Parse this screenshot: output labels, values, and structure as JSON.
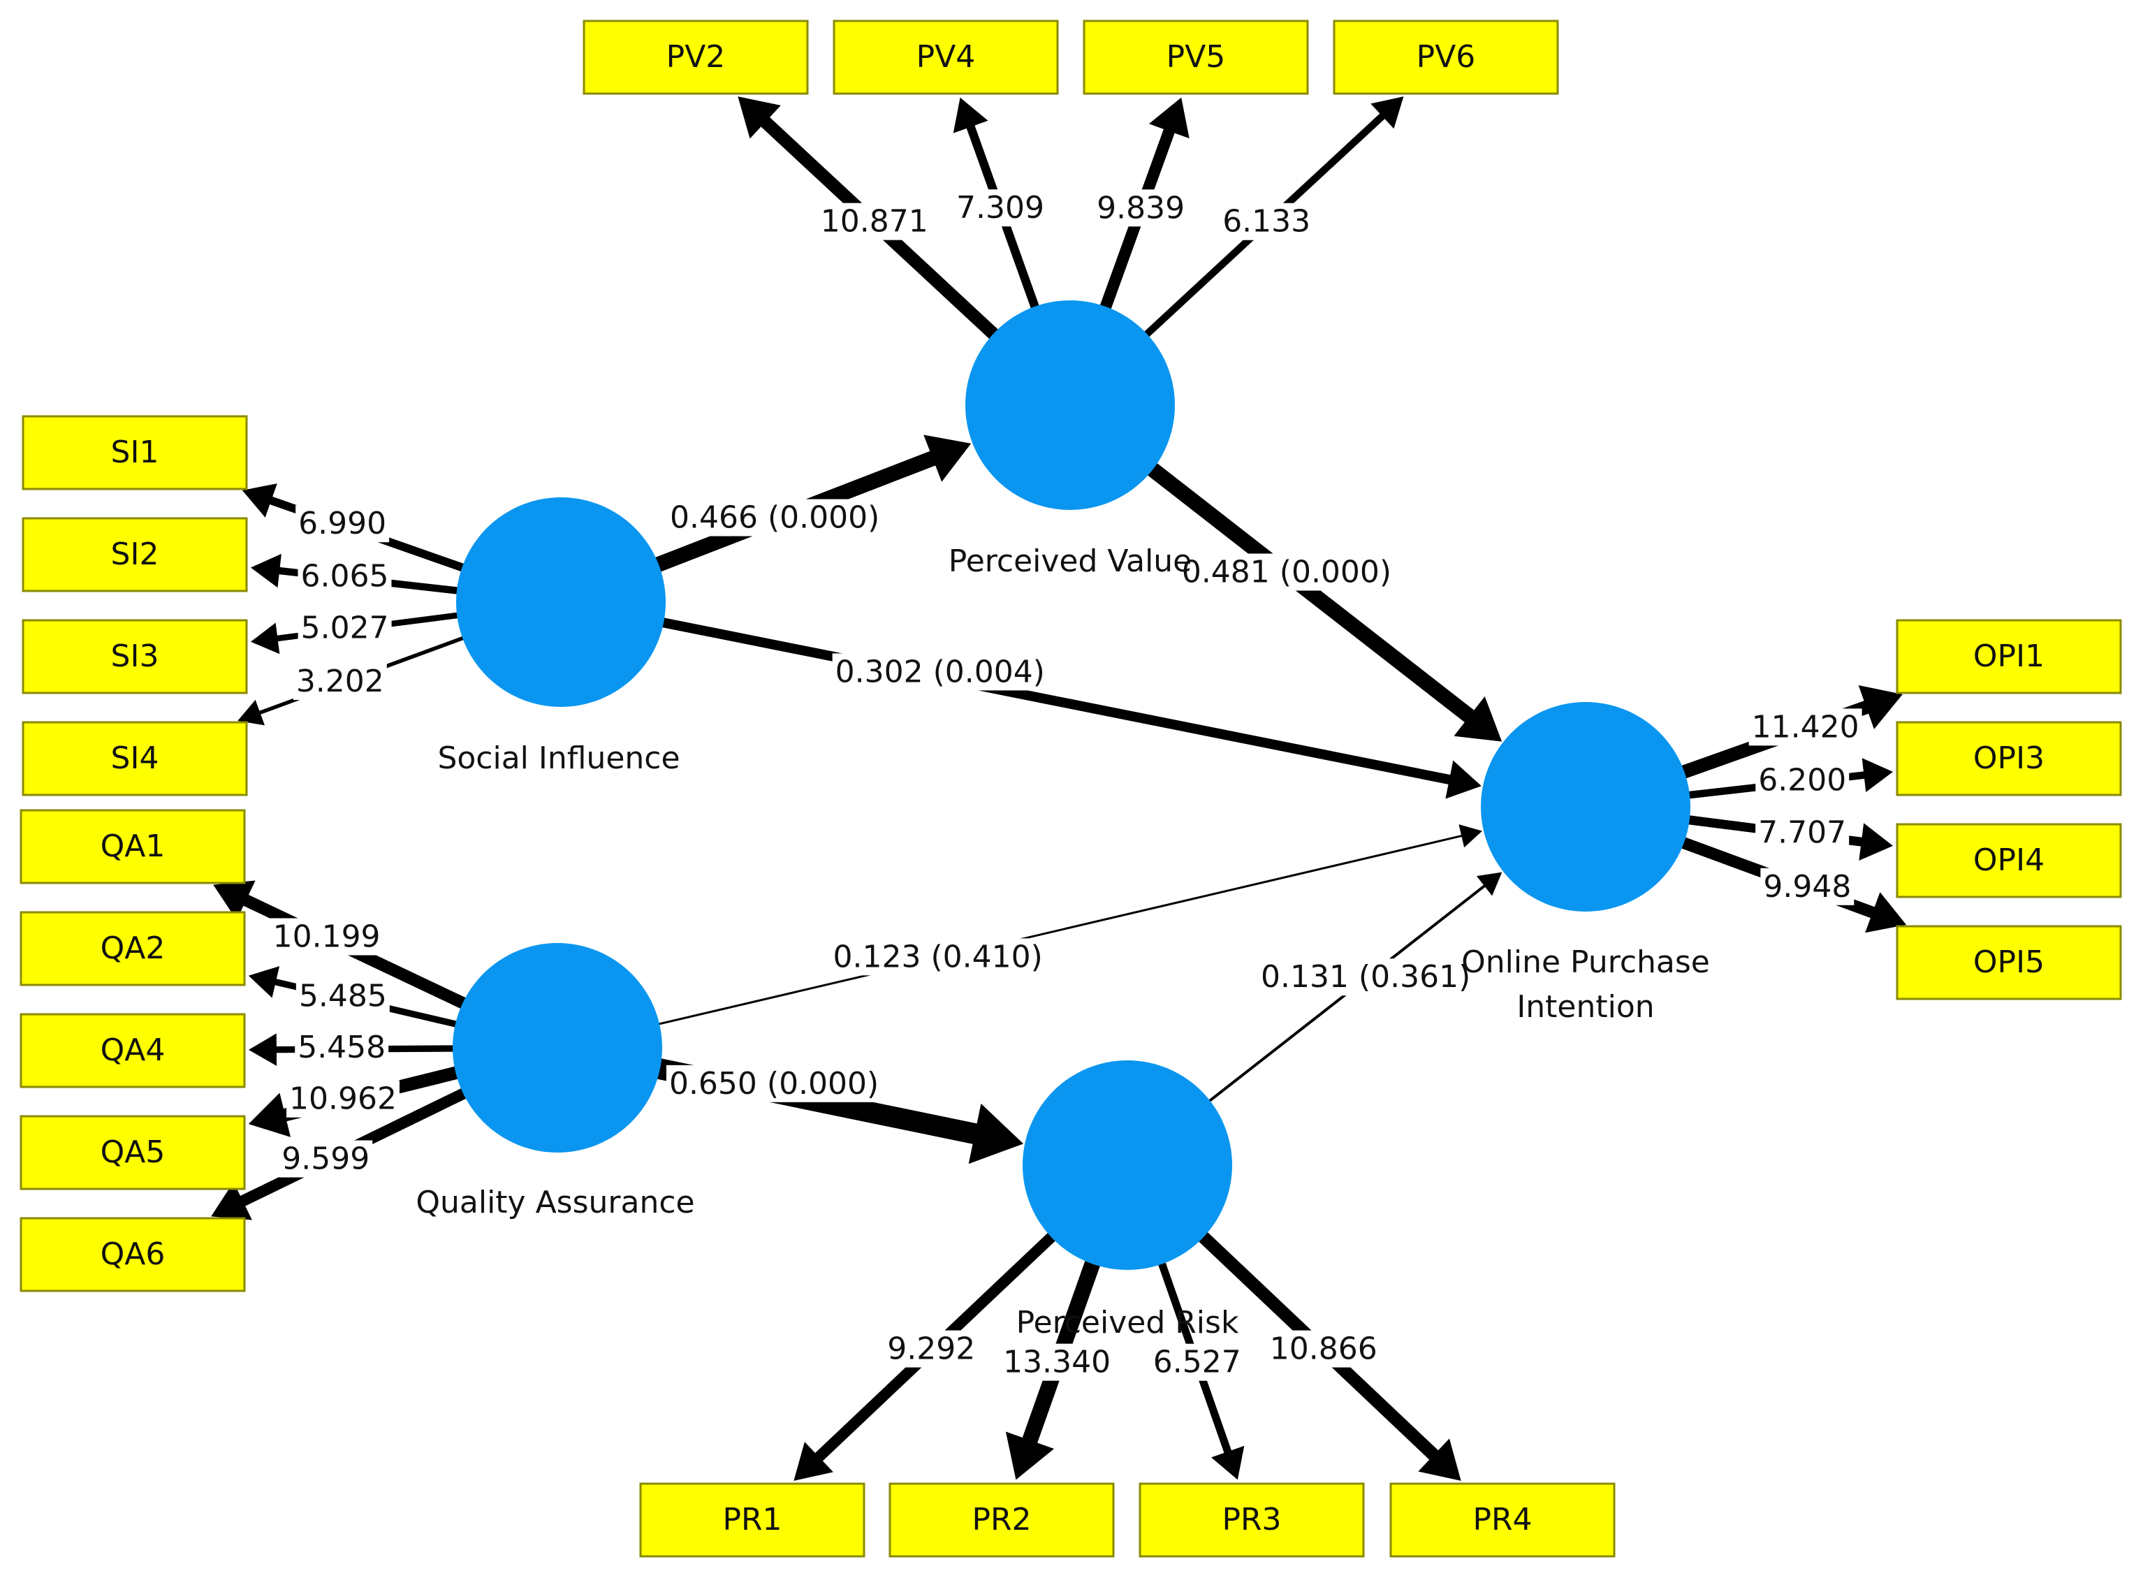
{
  "colors": {
    "construct": "#0a96f0",
    "indicator": "#ffff00",
    "indicator_border": "#8a8a00",
    "arrow": "#000000",
    "background": "#ffffff"
  },
  "constructs": {
    "perceived_value": "Perceived Value",
    "social_influence": "Social Influence",
    "quality_assurance": "Quality Assurance",
    "perceived_risk": "Perceived Risk",
    "online_purchase_intention_line1": "Online Purchase",
    "online_purchase_intention_line2": "Intention"
  },
  "indicators": {
    "PV2": "PV2",
    "PV4": "PV4",
    "PV5": "PV5",
    "PV6": "PV6",
    "SI1": "SI1",
    "SI2": "SI2",
    "SI3": "SI3",
    "SI4": "SI4",
    "QA1": "QA1",
    "QA2": "QA2",
    "QA4": "QA4",
    "QA5": "QA5",
    "QA6": "QA6",
    "OPI1": "OPI1",
    "OPI3": "OPI3",
    "OPI4": "OPI4",
    "OPI5": "OPI5",
    "PR1": "PR1",
    "PR2": "PR2",
    "PR3": "PR3",
    "PR4": "PR4"
  },
  "outer_weights": {
    "PV2": "10.871",
    "PV4": "7.309",
    "PV5": "9.839",
    "PV6": "6.133",
    "SI1": "6.990",
    "SI2": "6.065",
    "SI3": "5.027",
    "SI4": "3.202",
    "QA1": "10.199",
    "QA2": "5.485",
    "QA4": "5.458",
    "QA5": "10.962",
    "QA6": "9.599",
    "OPI1": "11.420",
    "OPI3": "6.200",
    "OPI4": "7.707",
    "OPI5": "9.948",
    "PR1": "9.292",
    "PR2": "13.340",
    "PR3": "6.527",
    "PR4": "10.866"
  },
  "paths": {
    "si_pv": "0.466 (0.000)",
    "pv_opi": "0.481 (0.000)",
    "si_opi": "0.302 (0.004)",
    "qa_opi": "0.123 (0.410)",
    "qa_pr": "0.650 (0.000)",
    "pr_opi": "0.131 (0.361)"
  }
}
